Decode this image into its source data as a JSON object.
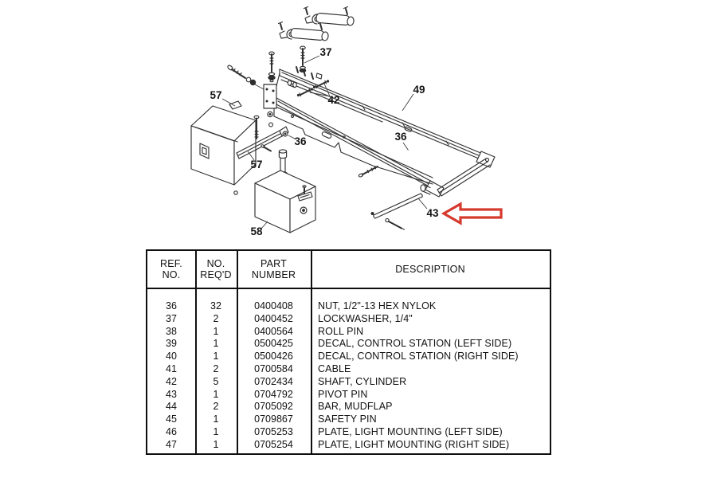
{
  "diagram": {
    "callouts": {
      "c37": "37",
      "c42": "42",
      "c49": "49",
      "c57_top": "57",
      "c36_left": "36",
      "c57_bottom": "57",
      "c36_right": "36",
      "c43": "43",
      "c58": "58"
    },
    "arrow_color": "#d63a2e",
    "line_color": "#323232"
  },
  "table": {
    "headers": [
      "REF.\nNO.",
      "NO.\nREQ'D",
      "PART\nNUMBER",
      "DESCRIPTION"
    ],
    "rows": [
      [
        "36",
        "32",
        "0400408",
        "NUT, 1/2\"-13 HEX NYLOK"
      ],
      [
        "37",
        "2",
        "0400452",
        "LOCKWASHER, 1/4\""
      ],
      [
        "38",
        "1",
        "0400564",
        "ROLL PIN"
      ],
      [
        "39",
        "1",
        "0500425",
        "DECAL, CONTROL STATION (LEFT SIDE)"
      ],
      [
        "40",
        "1",
        "0500426",
        "DECAL, CONTROL STATION (RIGHT SIDE)"
      ],
      [
        "41",
        "2",
        "0700584",
        "CABLE"
      ],
      [
        "42",
        "5",
        "0702434",
        "SHAFT, CYLINDER"
      ],
      [
        "43",
        "1",
        "0704792",
        "PIVOT PIN"
      ],
      [
        "44",
        "2",
        "0705092",
        "BAR, MUDFLAP"
      ],
      [
        "45",
        "1",
        "0709867",
        "SAFETY PIN"
      ],
      [
        "46",
        "1",
        "0705253",
        "PLATE, LIGHT MOUNTING (LEFT SIDE)"
      ],
      [
        "47",
        "1",
        "0705254",
        "PLATE, LIGHT MOUNTING (RIGHT SIDE)"
      ]
    ]
  }
}
